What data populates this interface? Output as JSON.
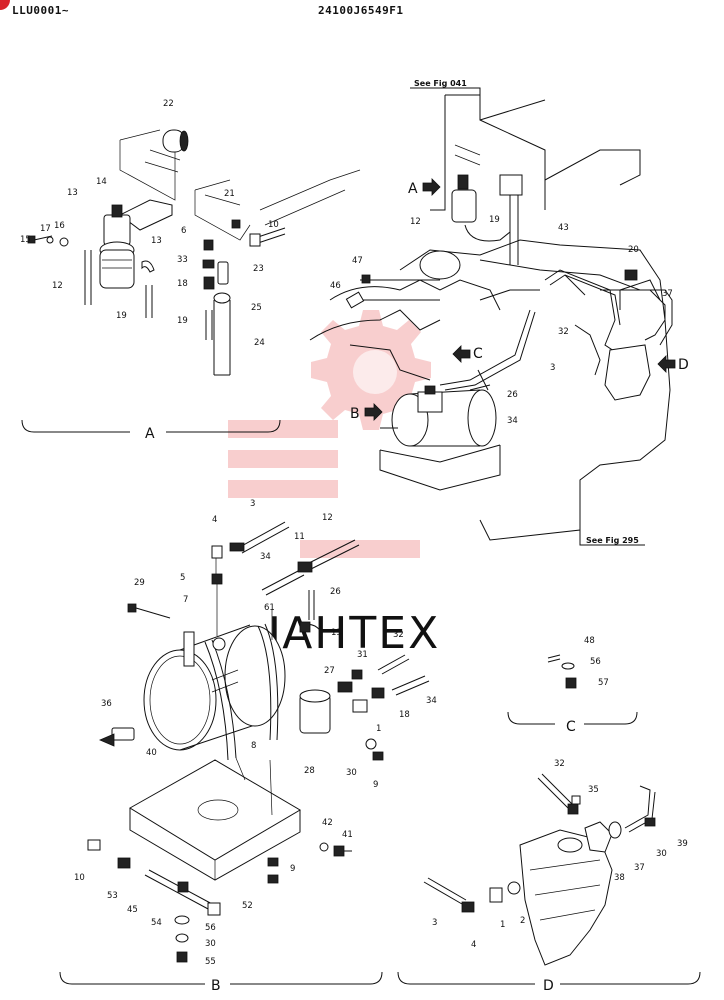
{
  "header": {
    "left_code": "LLU0001~",
    "center_code": "24100J6549F1"
  },
  "watermark": {
    "text": "JAHTEX",
    "color": "#e23c3c"
  },
  "references": {
    "fig_041": "See Fig 041",
    "fig_295": "See Fig 295"
  },
  "sections": {
    "A": "A",
    "B": "B",
    "C": "C",
    "D": "D"
  },
  "view_arrows": {
    "A": "A",
    "B": "B",
    "C": "C",
    "D": "D"
  },
  "callouts": {
    "a": [
      "22",
      "14",
      "13",
      "17",
      "16",
      "15",
      "13",
      "12",
      "19",
      "21",
      "10",
      "6",
      "33",
      "23",
      "18",
      "25",
      "19",
      "24"
    ],
    "main": [
      "12",
      "19",
      "43",
      "20",
      "47",
      "46",
      "37",
      "32",
      "3",
      "26",
      "34"
    ],
    "b": [
      "3",
      "4",
      "12",
      "11",
      "34",
      "5",
      "26",
      "29",
      "7",
      "61",
      "13",
      "32",
      "31",
      "27",
      "34",
      "18",
      "1",
      "36",
      "8",
      "28",
      "30",
      "9",
      "40",
      "42",
      "41",
      "10",
      "53",
      "45",
      "54",
      "52",
      "56",
      "30",
      "55",
      "9"
    ],
    "c": [
      "48",
      "56",
      "57"
    ],
    "d": [
      "32",
      "35",
      "37",
      "30",
      "39",
      "38",
      "3",
      "4",
      "1",
      "2"
    ]
  }
}
